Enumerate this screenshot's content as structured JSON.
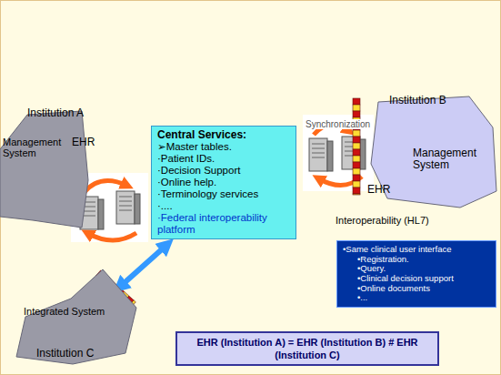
{
  "diagram": {
    "nodes": [
      {
        "text": [
          "Institution A",
          "Management System",
          "EHR"
        ]
      },
      {
        "text": [
          "Central Services:",
          "➢Master tables.",
          "·Patient IDs.",
          "·Decision Support",
          "·Online help.",
          "·Terminology services",
          "·....",
          "·Federal interoperability platform"
        ]
      },
      {
        "text": [
          "Institution B",
          "Management System",
          "EHR"
        ]
      },
      {
        "text": [
          "•Same clinical user interface",
          "•Registration.",
          "•Query.",
          "•Clinical decision support",
          "•Online documents",
          "•..."
        ]
      },
      {
        "text": [
          "Integrated System",
          "Institution C"
        ]
      },
      {
        "text": [
          "EHR (Institution A) = EHR (Institution B) # EHR (Institution C)"
        ]
      }
    ],
    "edges": [
      {
        "from": 4,
        "to": 1,
        "arrow": "both"
      }
    ],
    "labels": [
      "Synchronization",
      "Interoperability (HL7)"
    ]
  }
}
